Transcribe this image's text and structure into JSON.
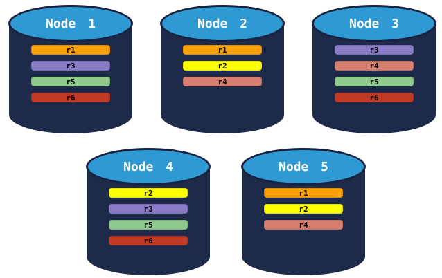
{
  "diagram": {
    "background_color": "#FFFFFF",
    "cylinder": {
      "body_color": "#1E2A4A",
      "top_color": "#2F99D3",
      "outline_color": "#19223E",
      "title_color": "#FFFFFF",
      "bar_text_color": "#000000"
    },
    "replica_colors": {
      "r1": "#FBA004",
      "r2": "#FEFF00",
      "r3": "#8A7BC7",
      "r4": "#D67F70",
      "r5": "#8FC98C",
      "r6": "#C03A26"
    },
    "nodes": [
      {
        "label": "Node 1",
        "replicas": [
          {
            "label": "r1",
            "color": "#FBA004"
          },
          {
            "label": "r3",
            "color": "#8A7BC7"
          },
          {
            "label": "r5",
            "color": "#8FC98C"
          },
          {
            "label": "r6",
            "color": "#C03A26"
          }
        ]
      },
      {
        "label": "Node 2",
        "replicas": [
          {
            "label": "r1",
            "color": "#FBA004"
          },
          {
            "label": "r2",
            "color": "#FEFF00"
          },
          {
            "label": "r4",
            "color": "#D67F70"
          }
        ]
      },
      {
        "label": "Node 3",
        "replicas": [
          {
            "label": "r3",
            "color": "#8A7BC7"
          },
          {
            "label": "r4",
            "color": "#D67F70"
          },
          {
            "label": "r5",
            "color": "#8FC98C"
          },
          {
            "label": "r6",
            "color": "#C03A26"
          }
        ]
      },
      {
        "label": "Node 4",
        "replicas": [
          {
            "label": "r2",
            "color": "#FEFF00"
          },
          {
            "label": "r3",
            "color": "#8A7BC7"
          },
          {
            "label": "r5",
            "color": "#8FC98C"
          },
          {
            "label": "r6",
            "color": "#C03A26"
          }
        ]
      },
      {
        "label": "Node 5",
        "replicas": [
          {
            "label": "r1",
            "color": "#FBA004"
          },
          {
            "label": "r2",
            "color": "#FEFF00"
          },
          {
            "label": "r4",
            "color": "#D67F70"
          }
        ]
      }
    ]
  }
}
